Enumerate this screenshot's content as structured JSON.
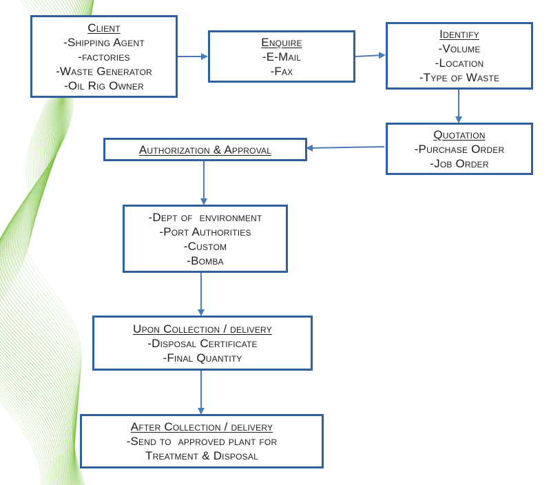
{
  "colors": {
    "border": "#2f5f9c",
    "arrow": "#4a7ab8",
    "ribbon": "#7cc242"
  },
  "boxes": {
    "client": {
      "title": "Client",
      "lines": [
        "-Shipping Agent",
        "-factories",
        "-Waste Generator",
        "-Oil Rig Owner"
      ]
    },
    "enquire": {
      "title": "Enquire",
      "lines": [
        "-E-Mail",
        "-Fax"
      ]
    },
    "identify": {
      "title": "Identify",
      "lines": [
        "-Volume",
        "-Location",
        "-Type of Waste"
      ]
    },
    "quotation": {
      "title": "Quotation",
      "lines": [
        "-Purchase Order",
        "-Job Order"
      ]
    },
    "authorization": {
      "title": "Authorization & Approval"
    },
    "departments": {
      "lines": [
        "-Dept of  environment",
        "-Port Authorities",
        "-Custom",
        "-Bomba"
      ]
    },
    "upon_collection": {
      "title": "Upon Collection / delivery",
      "lines": [
        "-Disposal Certificate",
        "-Final Quantity"
      ]
    },
    "after_collection": {
      "title": "After Collection / delivery",
      "lines": [
        "-Send to  approved plant for",
        "Treatment & Disposal"
      ]
    }
  }
}
